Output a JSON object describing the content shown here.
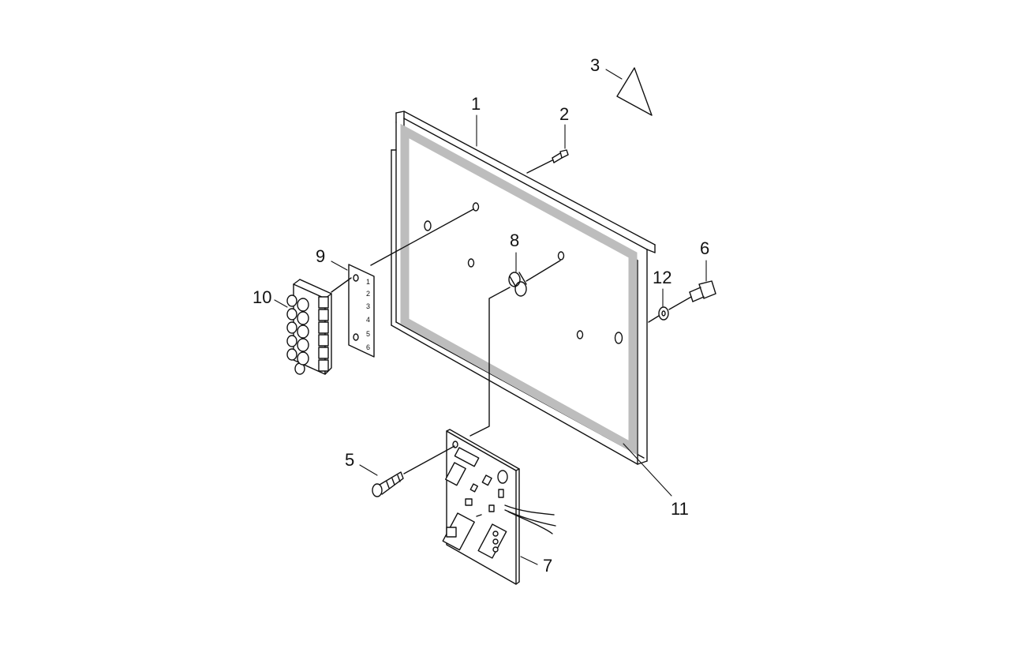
{
  "diagram": {
    "callouts": [
      {
        "id": "1",
        "label": "1",
        "part": "mounting-plate"
      },
      {
        "id": "2",
        "label": "2",
        "part": "screw"
      },
      {
        "id": "3",
        "label": "3",
        "part": "warning-label"
      },
      {
        "id": "5",
        "label": "5",
        "part": "screw"
      },
      {
        "id": "6",
        "label": "6",
        "part": "screw"
      },
      {
        "id": "7",
        "label": "7",
        "part": "circuit-board"
      },
      {
        "id": "8",
        "label": "8",
        "part": "spacer"
      },
      {
        "id": "9",
        "label": "9",
        "part": "terminal-label"
      },
      {
        "id": "10",
        "label": "10",
        "part": "terminal-block"
      },
      {
        "id": "11",
        "label": "11",
        "part": "gasket"
      },
      {
        "id": "12",
        "label": "12",
        "part": "washer"
      }
    ],
    "terminal_numbers": [
      "1",
      "2",
      "3",
      "4",
      "5",
      "6"
    ],
    "colors": {
      "line": "#111111",
      "gasket": "#bdbdbd",
      "background": "#ffffff"
    }
  }
}
